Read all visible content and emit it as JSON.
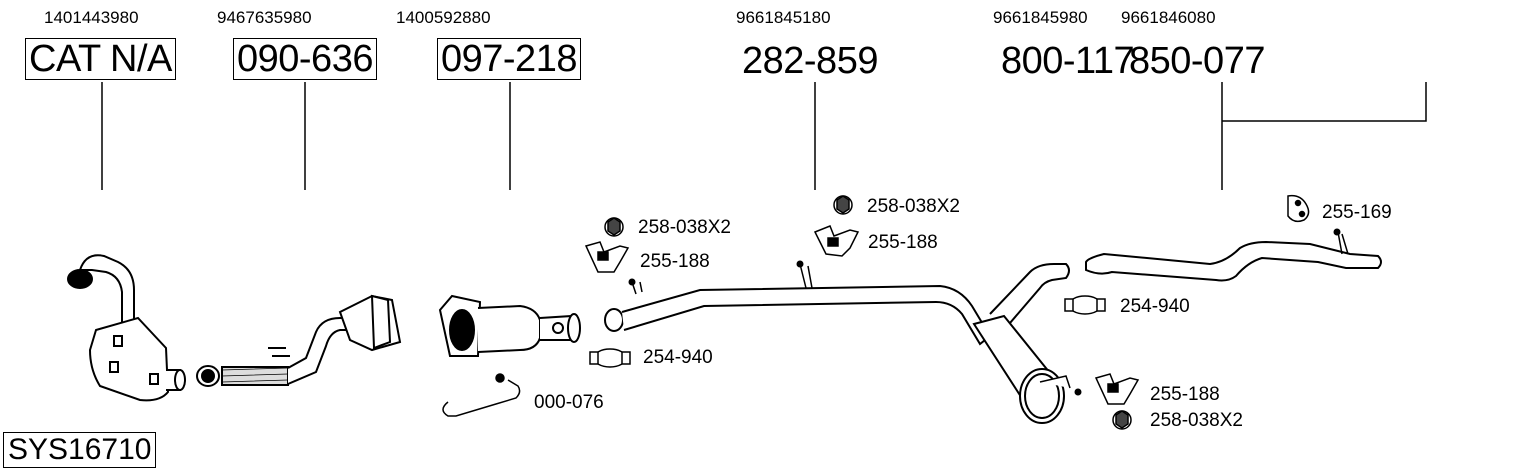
{
  "system_id": "SYS16710",
  "main_parts": [
    {
      "oem": "1401443980",
      "part": "CAT N/A",
      "boxed": true
    },
    {
      "oem": "9467635980",
      "part": "090-636",
      "boxed": true
    },
    {
      "oem": "1400592880",
      "part": "097-218",
      "boxed": true
    },
    {
      "oem": "9661845180",
      "part": "282-859",
      "boxed": false
    },
    {
      "oem": "9661845980",
      "part": "800-117",
      "boxed": false
    },
    {
      "oem": "9661846080",
      "part": "850-077",
      "boxed": false
    }
  ],
  "accessories": [
    {
      "label": "258-038X2",
      "icon": "flange-nut-icon"
    },
    {
      "label": "255-188",
      "icon": "rubber-mount-icon"
    },
    {
      "label": "254-940",
      "icon": "clamp-icon"
    },
    {
      "label": "000-076",
      "icon": "sensor-pipe-icon"
    },
    {
      "label": "258-038X2",
      "icon": "flange-nut-icon"
    },
    {
      "label": "255-188",
      "icon": "rubber-mount-icon"
    },
    {
      "label": "254-940",
      "icon": "clamp-icon"
    },
    {
      "label": "255-169",
      "icon": "rubber-hanger-icon"
    },
    {
      "label": "255-188",
      "icon": "rubber-mount-icon"
    },
    {
      "label": "258-038X2",
      "icon": "flange-nut-icon"
    }
  ]
}
